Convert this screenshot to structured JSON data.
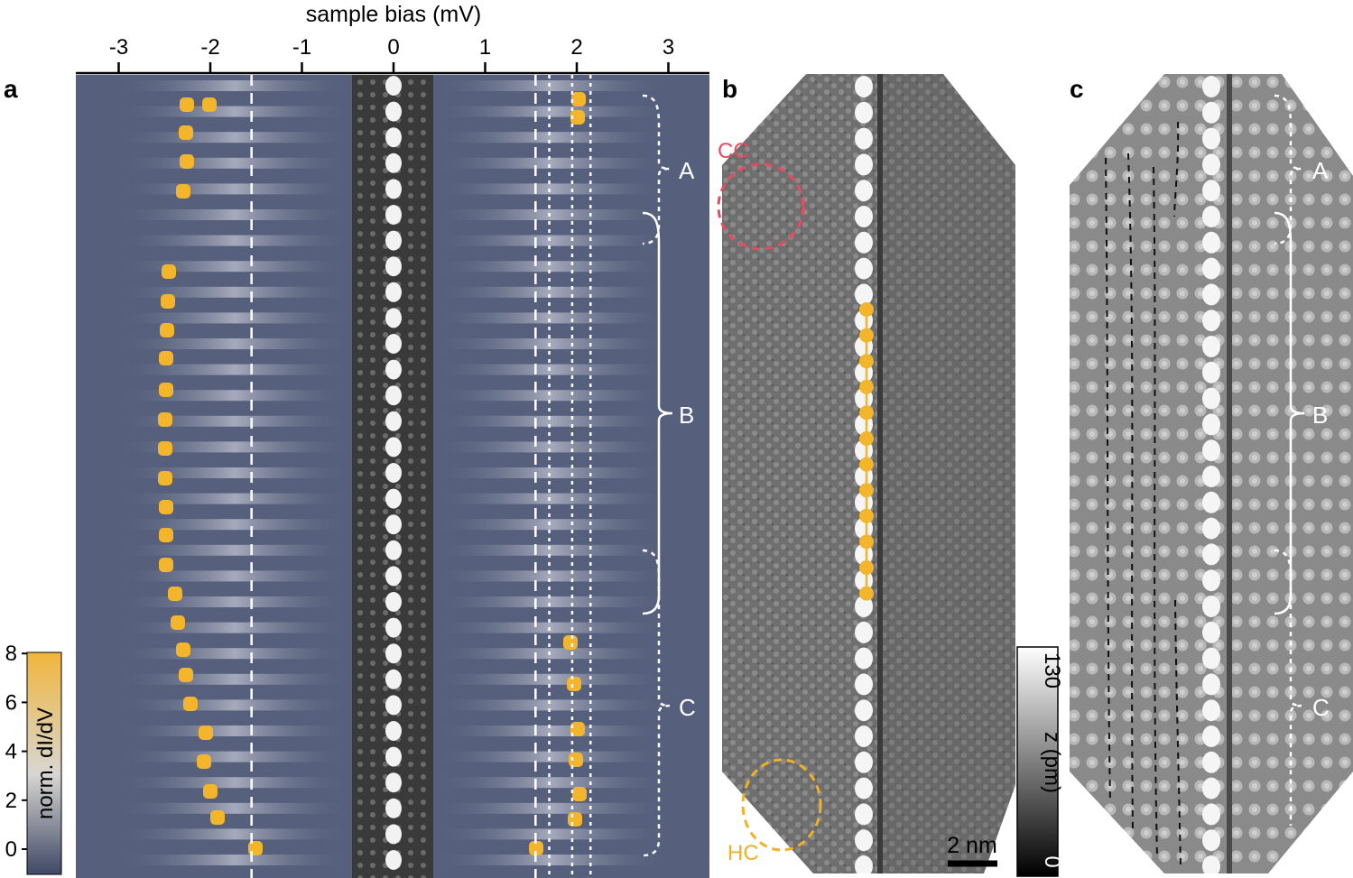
{
  "panel_labels": {
    "a": "a",
    "b": "b",
    "c": "c"
  },
  "top_axis": {
    "title": "sample bias (mV)",
    "ticks": [
      "-3",
      "-2",
      "-1",
      "0",
      "1",
      "2",
      "3"
    ],
    "tick_values": [
      -3,
      -2,
      -1,
      0,
      1,
      2,
      3
    ]
  },
  "colorbar_a": {
    "label": "norm. dI/dV",
    "ticks": [
      "0",
      "2",
      "4",
      "6",
      "8"
    ],
    "tick_values": [
      0,
      2,
      4,
      6,
      8
    ],
    "color_low": "#3f4865",
    "color_high": "#f0b63c"
  },
  "colorbar_b": {
    "top": "130",
    "bottom": "0",
    "label": "z (pm)"
  },
  "scale_bar": "2 nm",
  "regions": {
    "A": "A",
    "B": "B",
    "C": "C"
  },
  "circles": {
    "cc": "CC",
    "hc": "HC"
  },
  "colors": {
    "cc_circle": "#e84a5f",
    "hc_circle": "#f0b028",
    "yellow_marker": "#f2b52b",
    "background_a": "#56607c"
  },
  "dashed_lines_mV": [
    -1.55,
    1.55,
    1.7,
    1.95,
    2.15
  ]
}
